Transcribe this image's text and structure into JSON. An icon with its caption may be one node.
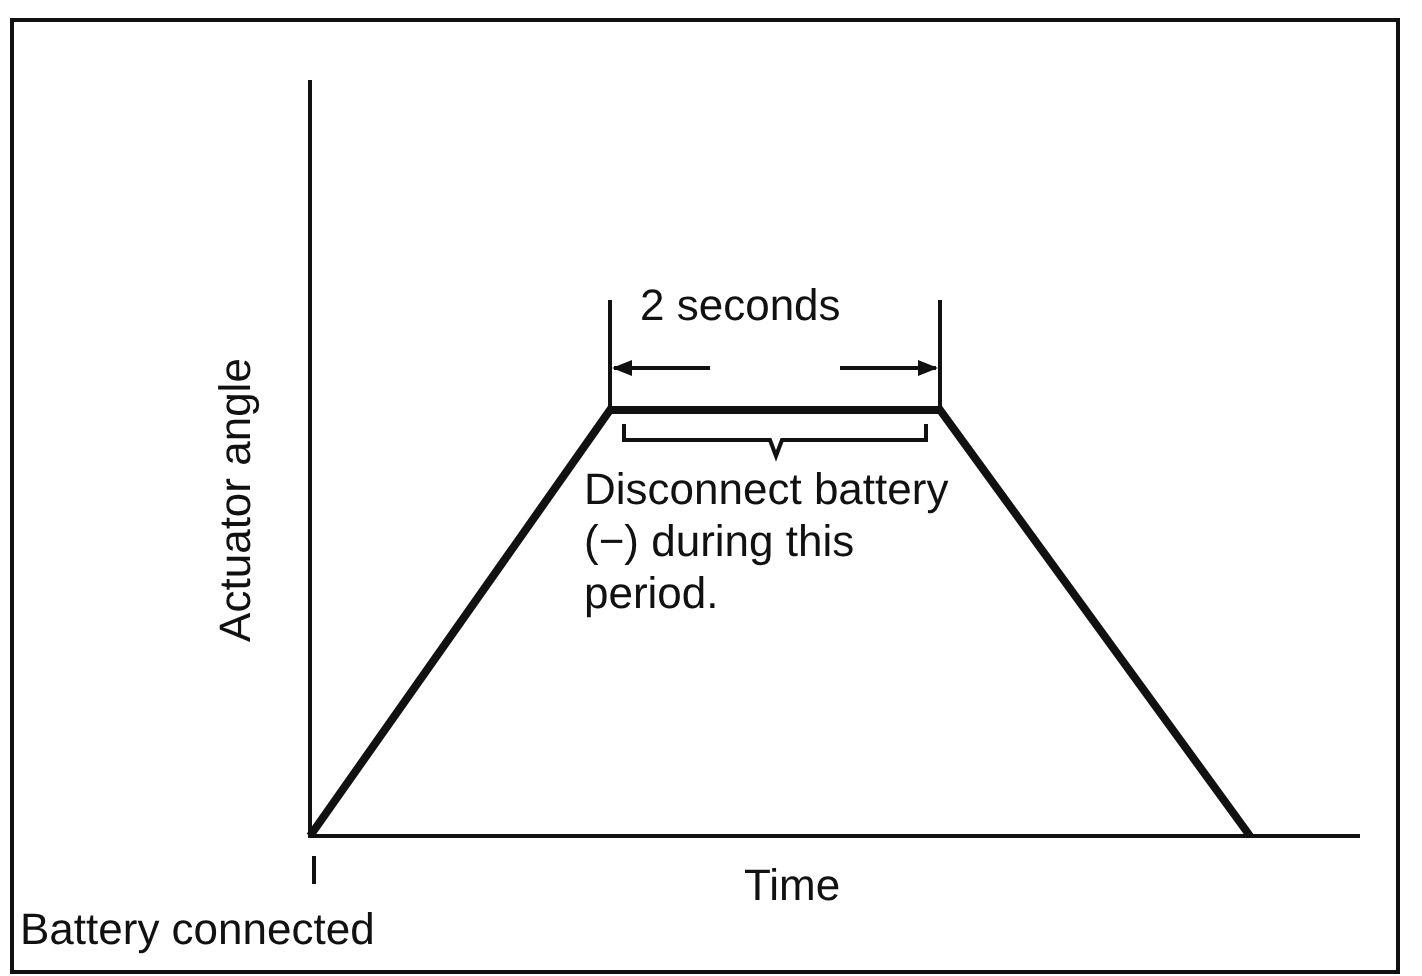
{
  "diagram": {
    "labels": [
      "2 seconds",
      "Actuator angle",
      "Disconnect battery (−) during this period.",
      "Time",
      "Battery connected"
    ]
  }
}
